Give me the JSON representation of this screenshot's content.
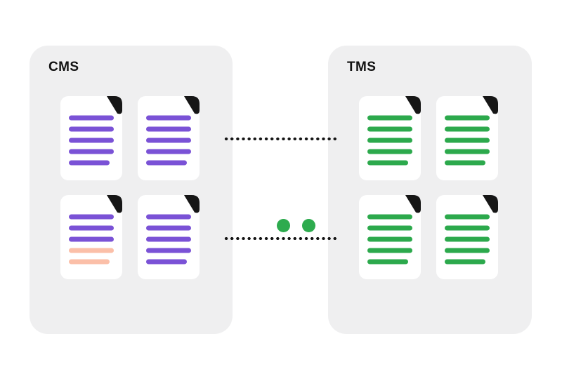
{
  "colors": {
    "page_bg": "#ffffff",
    "panel_bg": "#efeff0",
    "card_bg": "#ffffff",
    "ink": "#161616",
    "label_text": "#111111",
    "fold": "#161616",
    "progress_dot": "#2dab4e"
  },
  "palette": {
    "purple": "#7a52d6",
    "green": "#2ca94c",
    "peach": "#fbbfa8"
  },
  "diagram": {
    "left_panel": {
      "label": "CMS",
      "accent": "#7a52d6",
      "documents": [
        {
          "lines": [
            "purple",
            "purple",
            "purple",
            "purple",
            "purple"
          ]
        },
        {
          "lines": [
            "purple",
            "purple",
            "purple",
            "purple",
            "purple"
          ]
        },
        {
          "lines": [
            "purple",
            "purple",
            "purple",
            "peach",
            "peach"
          ]
        },
        {
          "lines": [
            "purple",
            "purple",
            "purple",
            "purple",
            "purple"
          ]
        }
      ]
    },
    "right_panel": {
      "label": "TMS",
      "accent": "#2ca94c",
      "documents": [
        {
          "lines": [
            "green",
            "green",
            "green",
            "green",
            "green"
          ]
        },
        {
          "lines": [
            "green",
            "green",
            "green",
            "green",
            "green"
          ]
        },
        {
          "lines": [
            "green",
            "green",
            "green",
            "green",
            "green"
          ]
        },
        {
          "lines": [
            "green",
            "green",
            "green",
            "green",
            "green"
          ]
        }
      ]
    },
    "connectors": {
      "top": {
        "style": "dotted",
        "color": "#161616"
      },
      "bottom": {
        "style": "dotted",
        "color": "#161616",
        "progress_dots": {
          "count": 2,
          "color": "#2dab4e"
        }
      }
    }
  }
}
